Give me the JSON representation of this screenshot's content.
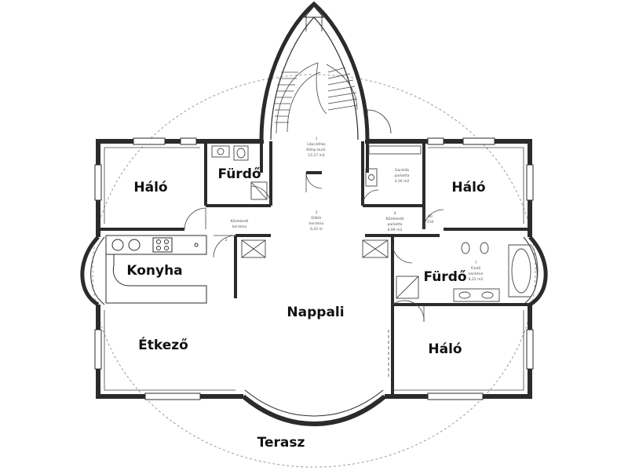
{
  "diagram": {
    "type": "floor-plan",
    "rooms": {
      "halo_top_left": "Háló",
      "furdo_top": "Fürdő",
      "halo_top_right": "Háló",
      "konyha": "Konyha",
      "nappali": "Nappali",
      "furdo_right": "Fürdő",
      "etkezo": "Étkező",
      "halo_bottom_right": "Háló",
      "terasz": "Terasz"
    },
    "annotations": {
      "stair_hall": [
        "1",
        "Lépcsőház",
        "Kőlap burk.",
        "12,27 m2"
      ],
      "hall": [
        "2",
        "Előtér",
        "kerámia",
        "6,43 m"
      ],
      "corridor_left": [
        "Közlekedő",
        "kerámia"
      ],
      "corridor_right": [
        "4",
        "Közlekedő",
        "parketta",
        "6,99 m2"
      ],
      "wardrobe": [
        "Gardrób",
        "parketta",
        "3,16 m2"
      ],
      "bath_right": [
        "7",
        "Fürdő",
        "kerámia",
        "8,22 m2"
      ],
      "door_mark_left": "2",
      "door_mark_right": [
        "90",
        "210"
      ]
    },
    "colors": {
      "wall": "#2b2b2b",
      "wall_fill": "#ffffff",
      "thin_line": "#444444",
      "dashed_ellipse": "#9a9a9a",
      "label": "#111111"
    }
  }
}
